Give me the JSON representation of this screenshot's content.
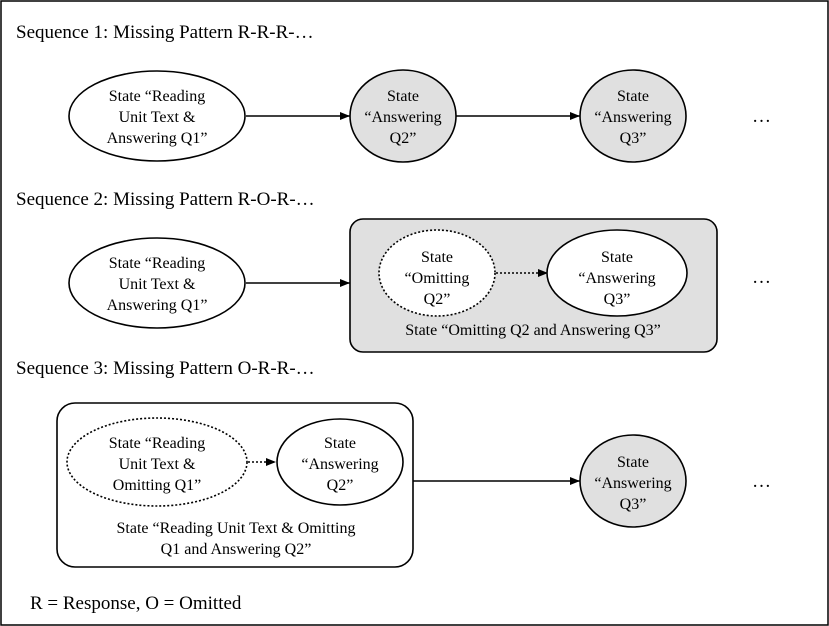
{
  "sequences": [
    {
      "title": "Sequence 1: Missing Pattern R-R-R-…",
      "state_1": [
        "State “Reading",
        "Unit Text &",
        "Answering Q1”"
      ],
      "state_2": [
        "State",
        "“Answering",
        "Q2”"
      ],
      "state_3": [
        "State",
        "“Answering",
        "Q3”"
      ],
      "continuation": "…"
    },
    {
      "title": "Sequence 2: Missing Pattern R-O-R-…",
      "state_1": [
        "State “Reading",
        "Unit Text &",
        "Answering Q1”"
      ],
      "inner_a": [
        "State",
        "“Omitting",
        "Q2”"
      ],
      "inner_b": [
        "State",
        "“Answering",
        "Q3”"
      ],
      "group_label": [
        "State “Omitting Q2 and Answering Q3”"
      ],
      "continuation": "…"
    },
    {
      "title": "Sequence 3: Missing Pattern O-R-R-…",
      "inner_a": [
        "State “Reading",
        "Unit Text &",
        "Omitting Q1”"
      ],
      "inner_b": [
        "State",
        "“Answering",
        "Q2”"
      ],
      "group_label": [
        "State “Reading Unit Text & Omitting",
        "Q1 and Answering Q2”"
      ],
      "state_3": [
        "State",
        "“Answering",
        "Q3”"
      ],
      "continuation": "…"
    }
  ],
  "legend": "R = Response, O = Omitted",
  "colors": {
    "shaded_fill": "#e0e0e0",
    "plain_fill": "#ffffff",
    "stroke": "#000000"
  }
}
